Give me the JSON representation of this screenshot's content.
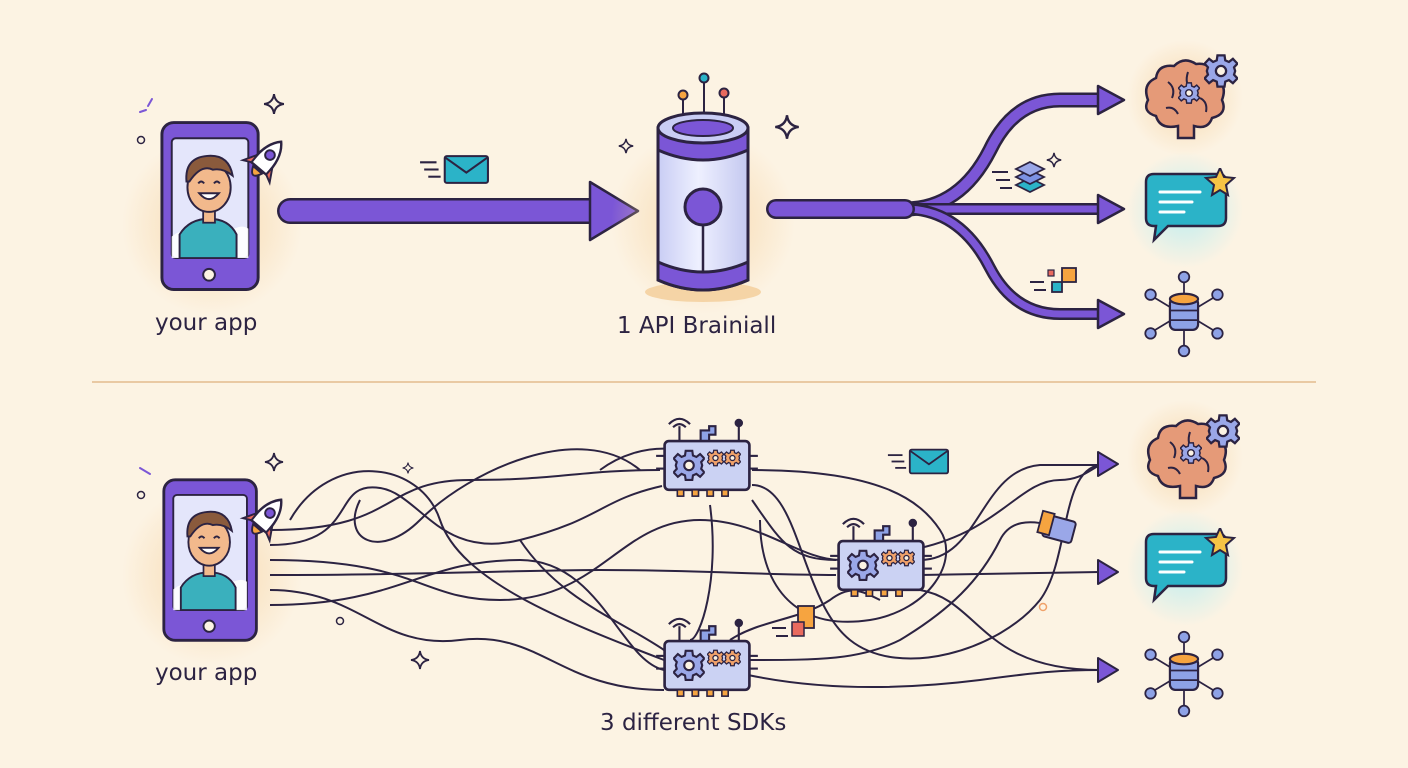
{
  "labels": {
    "top_app": "your app",
    "hub": "1 API Brainiall",
    "bottom_app": "your app",
    "sdks": "3 different SDKs"
  },
  "colors": {
    "background": "#fcf3e3",
    "purple": "#7b56d6",
    "outline": "#2c2342",
    "glow_peach": "#f7d5a6",
    "glow_teal": "#bfeef0",
    "brain": "#e59a78",
    "chat": "#2bb3c8",
    "star": "#f6c445",
    "database": "#8ea2e6",
    "hub_glass": "#dfe2fb",
    "sdk_box": "#cbd2f3",
    "skin": "#f2b98c",
    "hair": "#8a5a3c",
    "shirt": "#3ab0bd"
  },
  "icons": [
    "phone-icon",
    "rocket-icon",
    "envelope-icon",
    "layers-icon",
    "blocks-icon",
    "brain-gear-icon",
    "chat-star-icon",
    "database-network-icon",
    "sdk-gear-icon",
    "sparkle-icon"
  ]
}
